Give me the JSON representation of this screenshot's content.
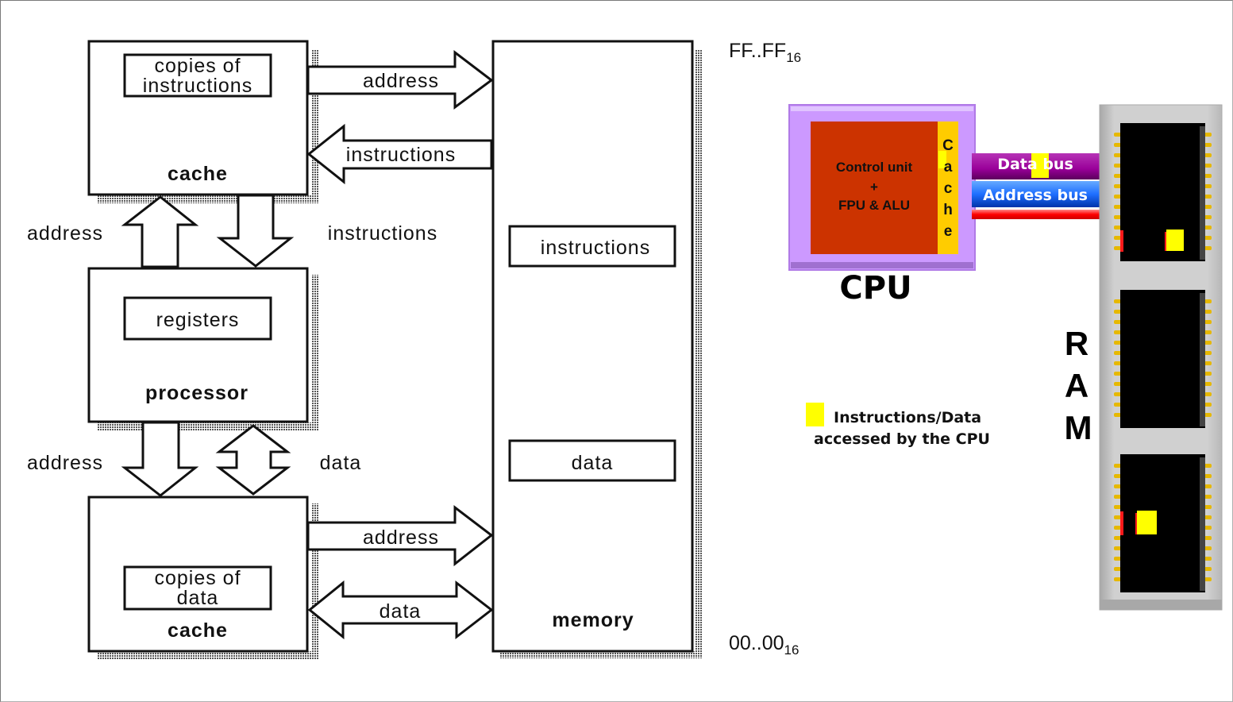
{
  "left_diagram": {
    "top_cache": {
      "title": "cache",
      "inner_line1": "copies of",
      "inner_line2": "instructions"
    },
    "processor": {
      "title": "processor",
      "inner": "registers"
    },
    "bottom_cache": {
      "title": "cache",
      "inner_line1": "copies of",
      "inner_line2": "data"
    },
    "memory": {
      "title": "memory",
      "inner_top": "instructions",
      "inner_bottom": "data",
      "address_high": "FF..FF",
      "address_high_sub": "16",
      "address_low": "00..00",
      "address_low_sub": "16"
    },
    "arrows": {
      "top_cache_to_memory": "address",
      "memory_to_top_cache": "instructions",
      "processor_to_top_cache": "address",
      "top_cache_to_processor": "instructions",
      "processor_to_bottom_cache": "address",
      "processor_bottom_cache_bidir": "data",
      "bottom_cache_to_memory": "address",
      "bottom_cache_memory_bidir": "data"
    }
  },
  "right_diagram": {
    "cpu": {
      "label": "CPU",
      "core_line1": "Control unit",
      "core_line2": "+",
      "core_line3": "FPU & ALU",
      "cache_letters": [
        "C",
        "a",
        "c",
        "h",
        "e"
      ]
    },
    "buses": {
      "data_bus": "Data bus",
      "address_bus": "Address bus"
    },
    "ram": {
      "label_letters": [
        "R",
        "A",
        "M"
      ],
      "chip_count": 3
    },
    "legend": {
      "line1": "Instructions/Data",
      "line2": "accessed by the CPU"
    },
    "colors": {
      "cpu_frame": "#cc99ff",
      "cpu_core": "#cc3300",
      "cache_strip": "#ffcc00",
      "data_bus": "#990099",
      "address_bus": "#1f6fff",
      "control_line": "#ff1a1a",
      "highlight": "#ffff00",
      "ram_board": "#cccccc",
      "chip": "#000000",
      "chip_pin": "#e6b800"
    }
  }
}
